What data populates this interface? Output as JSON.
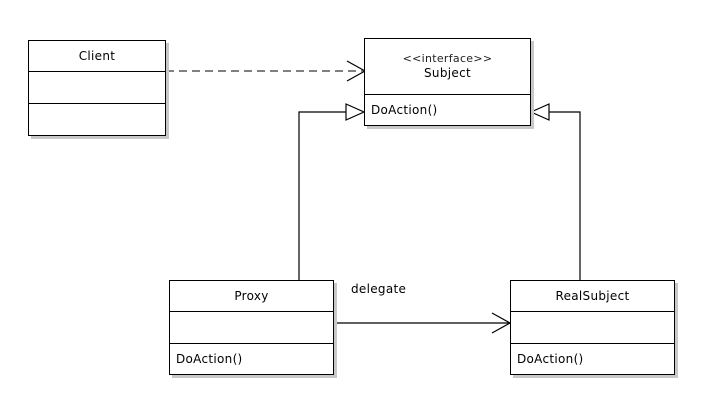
{
  "classes": {
    "client": {
      "name": "Client"
    },
    "subject": {
      "stereotype": "<<interface>>",
      "name": "Subject",
      "operation": "DoAction()"
    },
    "proxy": {
      "name": "Proxy",
      "operation": "DoAction()"
    },
    "real_subject": {
      "name": "RealSubject",
      "operation": "DoAction()"
    }
  },
  "relations": {
    "delegate_label": "delegate"
  }
}
